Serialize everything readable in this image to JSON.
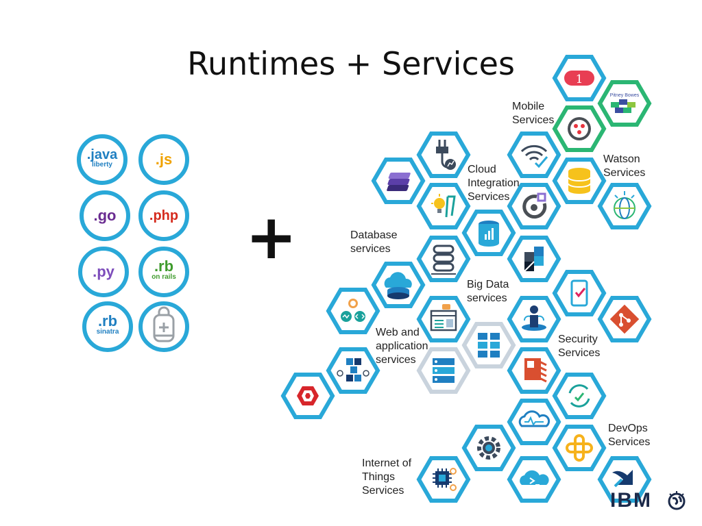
{
  "slide": {
    "title": "Runtimes + Services",
    "plus": "+"
  },
  "runtimes": [
    {
      "main": ".java",
      "sub": "liberty",
      "color": "#1f7fc1"
    },
    {
      "main": ".js",
      "sub": "",
      "color": "#f0a200"
    },
    {
      "main": ".go",
      "sub": "",
      "color": "#6a2c91"
    },
    {
      "main": ".php",
      "sub": "",
      "color": "#d52b1e"
    },
    {
      "main": ".py",
      "sub": "",
      "color": "#7d4dbb"
    },
    {
      "main": ".rb",
      "sub": "on rails",
      "color": "#3f9b2d"
    },
    {
      "main": ".rb",
      "sub": "sinatra",
      "color": "#1f7fc1"
    },
    {
      "main": "",
      "sub": "",
      "icon": "backpack-icon",
      "color": "#9aa0a6"
    }
  ],
  "categories": {
    "mobile": "Mobile Services",
    "watson": "Watson Services",
    "cloud_integration": "Cloud Integration Services",
    "database": "Database services",
    "big_data": "Big Data services",
    "web_app": "Web and application services",
    "security": "Security Services",
    "devops": "DevOps Services",
    "iot": "Internet of Things Services"
  },
  "category_lines": {
    "mobile": [
      "Mobile",
      "Services"
    ],
    "watson": [
      "Watson",
      "Services"
    ],
    "cloud_integration": [
      "Cloud",
      "Integration",
      "Services"
    ],
    "database": [
      "Database",
      "services"
    ],
    "big_data": [
      "Big Data",
      "services"
    ],
    "web_app": [
      "Web and",
      "application",
      "services"
    ],
    "security": [
      "Security",
      "Services"
    ],
    "devops": [
      "DevOps",
      "Services"
    ],
    "iot": [
      "Internet of",
      "Things",
      "Services"
    ]
  },
  "tiles": [
    {
      "name": "badge-one-icon",
      "border": "#29a8d8"
    },
    {
      "name": "pitney-bowes-icon",
      "label": "Pitney Bowes",
      "border": "#2bb673"
    },
    {
      "name": "push-dots-icon",
      "border": "#2bb673"
    },
    {
      "name": "wifi-check-icon",
      "border": "#29a8d8"
    },
    {
      "name": "plug-icon",
      "border": "#29a8d8"
    },
    {
      "name": "purple-layers-icon",
      "border": "#29a8d8"
    },
    {
      "name": "database-gold-icon",
      "border": "#29a8d8"
    },
    {
      "name": "watson-globe-icon",
      "border": "#29a8d8"
    },
    {
      "name": "lightbulb-icon",
      "border": "#29a8d8"
    },
    {
      "name": "gauge-icon",
      "border": "#29a8d8"
    },
    {
      "name": "blue-cylinder-icon",
      "border": "#29a8d8"
    },
    {
      "name": "stack-icon",
      "border": "#29a8d8"
    },
    {
      "name": "cubes-icon",
      "border": "#29a8d8"
    },
    {
      "name": "cloud-db-icon",
      "border": "#29a8d8"
    },
    {
      "name": "search-code-icon",
      "border": "#29a8d8"
    },
    {
      "name": "web-page-icon",
      "border": "#29a8d8"
    },
    {
      "name": "phone-check-icon",
      "border": "#29a8d8"
    },
    {
      "name": "git-icon",
      "border": "#29a8d8"
    },
    {
      "name": "server-rack-icon",
      "border": "#c9d3dd"
    },
    {
      "name": "fountain-icon",
      "border": "#29a8d8"
    },
    {
      "name": "box-network-icon",
      "border": "#29a8d8"
    },
    {
      "name": "server-list-icon",
      "border": "#c9d3dd"
    },
    {
      "name": "secure-gateway-icon",
      "border": "#29a8d8"
    },
    {
      "name": "red-spiral-icon",
      "border": "#29a8d8"
    },
    {
      "name": "sync-icon",
      "border": "#29a8d8"
    },
    {
      "name": "cloud-monitor-icon",
      "border": "#29a8d8"
    },
    {
      "name": "gear-icon",
      "border": "#29a8d8"
    },
    {
      "name": "pipeline-icon",
      "border": "#29a8d8"
    },
    {
      "name": "chip-icon",
      "border": "#29a8d8"
    },
    {
      "name": "cloud-terminal-icon",
      "border": "#29a8d8"
    },
    {
      "name": "deploy-icon",
      "border": "#29a8d8"
    }
  ],
  "footer": {
    "brand": "IBM",
    "icon": "globe-icon"
  }
}
